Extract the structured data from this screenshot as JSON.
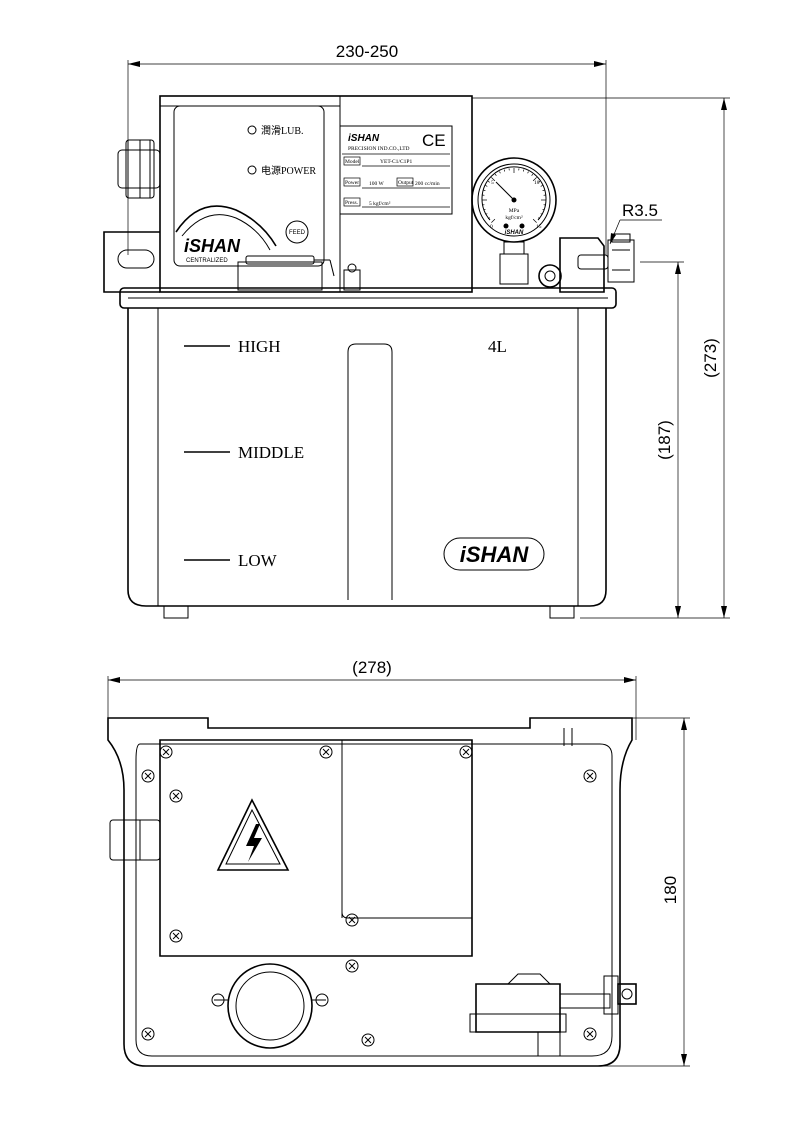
{
  "dimensions": {
    "overall_width": "230-250",
    "overall_height": "(273)",
    "tank_height": "(187)",
    "bottom_width": "(278)",
    "bottom_depth": "180",
    "radius": "R3.5"
  },
  "tank": {
    "level_high": "HIGH",
    "level_middle": "MIDDLE",
    "level_low": "LOW",
    "capacity": "4L",
    "brand": "iSHAN"
  },
  "control_panel": {
    "lub_indicator": "潤滑LUB.",
    "power_indicator": "电源POWER",
    "brand": "iSHAN",
    "tagline": "CENTRALIZED",
    "feed_button": "FEED"
  },
  "nameplate": {
    "brand": "iSHAN",
    "ce_mark": "CE",
    "company": "PRECISION IND.CO.,LTD",
    "model_label": "Model",
    "model_value": "YET-C1/C1P1",
    "power_label": "Power",
    "power_value": "100 W",
    "output_label": "Output",
    "output_value": "200 cc/min",
    "pressure_label": "Press.",
    "pressure_value": "5 kgf/cm²"
  },
  "gauge": {
    "unit_mpa": "MPa",
    "unit_kgf": "kgf/cm²",
    "brand": "iSHAN",
    "scale": [
      "0",
      "5",
      "10",
      "15"
    ]
  }
}
